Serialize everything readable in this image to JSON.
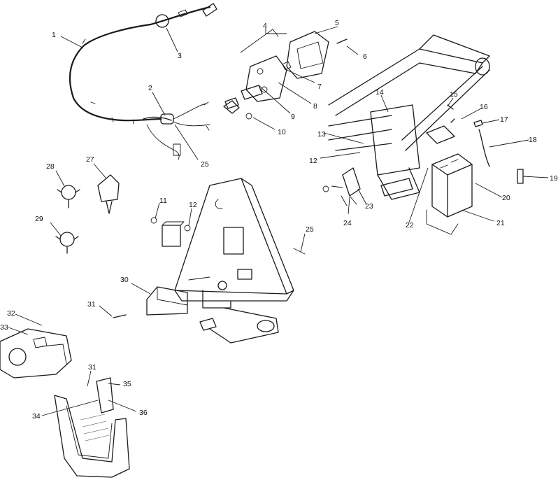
{
  "diagram": {
    "callouts": [
      "1",
      "2",
      "3",
      "4",
      "5",
      "6",
      "7",
      "8",
      "9",
      "10",
      "11",
      "12",
      "12",
      "13",
      "14",
      "15",
      "16",
      "17",
      "18",
      "19",
      "20",
      "21",
      "22",
      "23",
      "24",
      "25",
      "25",
      "27",
      "28",
      "29",
      "30",
      "31",
      "31",
      "32",
      "33",
      "34",
      "35",
      "36"
    ]
  }
}
